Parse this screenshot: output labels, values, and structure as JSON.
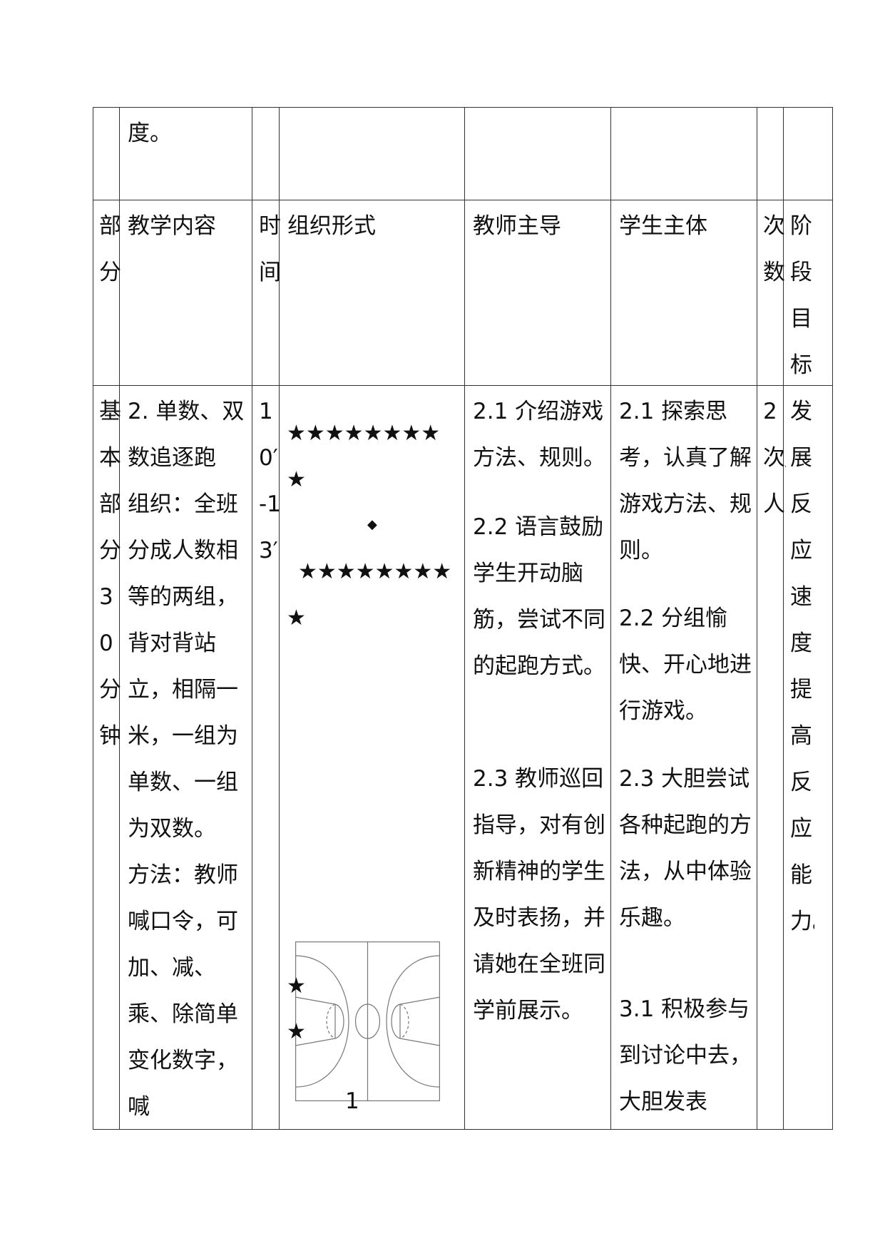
{
  "top_row": {
    "content_text": "度。"
  },
  "headers": {
    "section": "部分",
    "content": "教学内容",
    "time": "时间",
    "organization": "组织形式",
    "teacher": "教师主导",
    "student": "学生主体",
    "count": "次数",
    "goal": "阶段目标"
  },
  "body": {
    "section": "基本部分30分钟",
    "content": "2. 单数、双数追逐跑\n组织：全班分成人数相等的两组，背对背站立，相隔一米，一组为单数、一组为双数。\n方法：教师喊口令，可加、减、乘、除简单变化数字，喊",
    "time": "10′-13′",
    "organization": {
      "row1": "★★★★★★★★",
      "row1_tail": "★",
      "teacher_marker": "◆",
      "row2": "★★★★★★★★",
      "row2_tail": "★",
      "court_stars": [
        "★",
        "★"
      ]
    },
    "teacher": [
      "2.1 介绍游戏方法、规则。",
      "2.2 语言鼓励学生开动脑筋，尝试不同的起跑方式。",
      "2.3 教师巡回指导，对有创新精神的学生及时表扬，并请她在全班同学前展示。"
    ],
    "student": [
      "2.1 探索思考，认真了解游戏方法、规则。",
      "2.2 分组愉快、开心地进行游戏。",
      "2.3 大胆尝试各种起跑的方法，从中体验乐趣。",
      "3.1 积极参与到讨论中去，大胆发表"
    ],
    "count": "2次/人",
    "goal": "发展反应速度，提高反应能力。"
  },
  "page_number": "1"
}
